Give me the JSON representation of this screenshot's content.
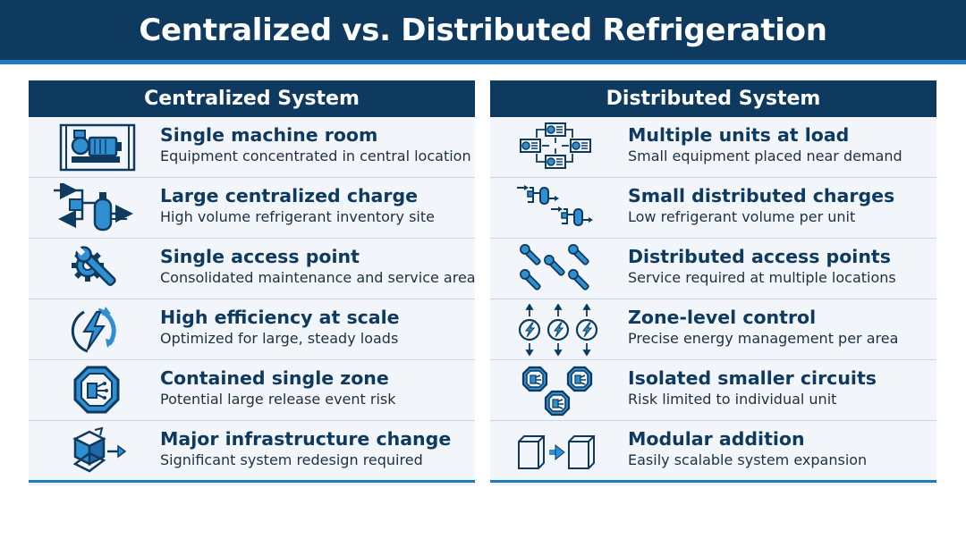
{
  "title": "Centralized vs. Distributed Refrigeration",
  "colors": {
    "navy": "#0f3a60",
    "accent_blue": "#1e7bc0",
    "panel_background": "#f0f5fb"
  },
  "centralized": {
    "header": "Centralized System",
    "rows": [
      {
        "title": "Single machine room",
        "desc": "Equipment concentrated in central location",
        "icon": "machine-room-icon"
      },
      {
        "title": "Large centralized charge",
        "desc": "High volume refrigerant inventory site",
        "icon": "refrigerant-tank-icon"
      },
      {
        "title": "Single access point",
        "desc": "Consolidated maintenance and service area",
        "icon": "gear-wrench-icon"
      },
      {
        "title": "High efficiency at scale",
        "desc": "Optimized for large, steady loads",
        "icon": "lightning-cycle-icon"
      },
      {
        "title": "Contained single zone",
        "desc": "Potential large release event risk",
        "icon": "containment-zone-icon"
      },
      {
        "title": "Major infrastructure change",
        "desc": "Significant system redesign required",
        "icon": "infrastructure-cube-icon"
      }
    ]
  },
  "distributed": {
    "header": "Distributed System",
    "rows": [
      {
        "title": "Multiple units at load",
        "desc": "Small equipment placed near demand",
        "icon": "multiple-units-icon"
      },
      {
        "title": "Small distributed charges",
        "desc": "Low refrigerant volume per unit",
        "icon": "small-tanks-icon"
      },
      {
        "title": "Distributed access points",
        "desc": "Service required at multiple locations",
        "icon": "multiple-wrenches-icon"
      },
      {
        "title": "Zone-level control",
        "desc": "Precise energy management per area",
        "icon": "zone-lightning-icon"
      },
      {
        "title": "Isolated smaller circuits",
        "desc": "Risk limited to individual unit",
        "icon": "isolated-circuits-icon"
      },
      {
        "title": "Modular addition",
        "desc": "Easily scalable system expansion",
        "icon": "modular-cubes-icon"
      }
    ]
  }
}
